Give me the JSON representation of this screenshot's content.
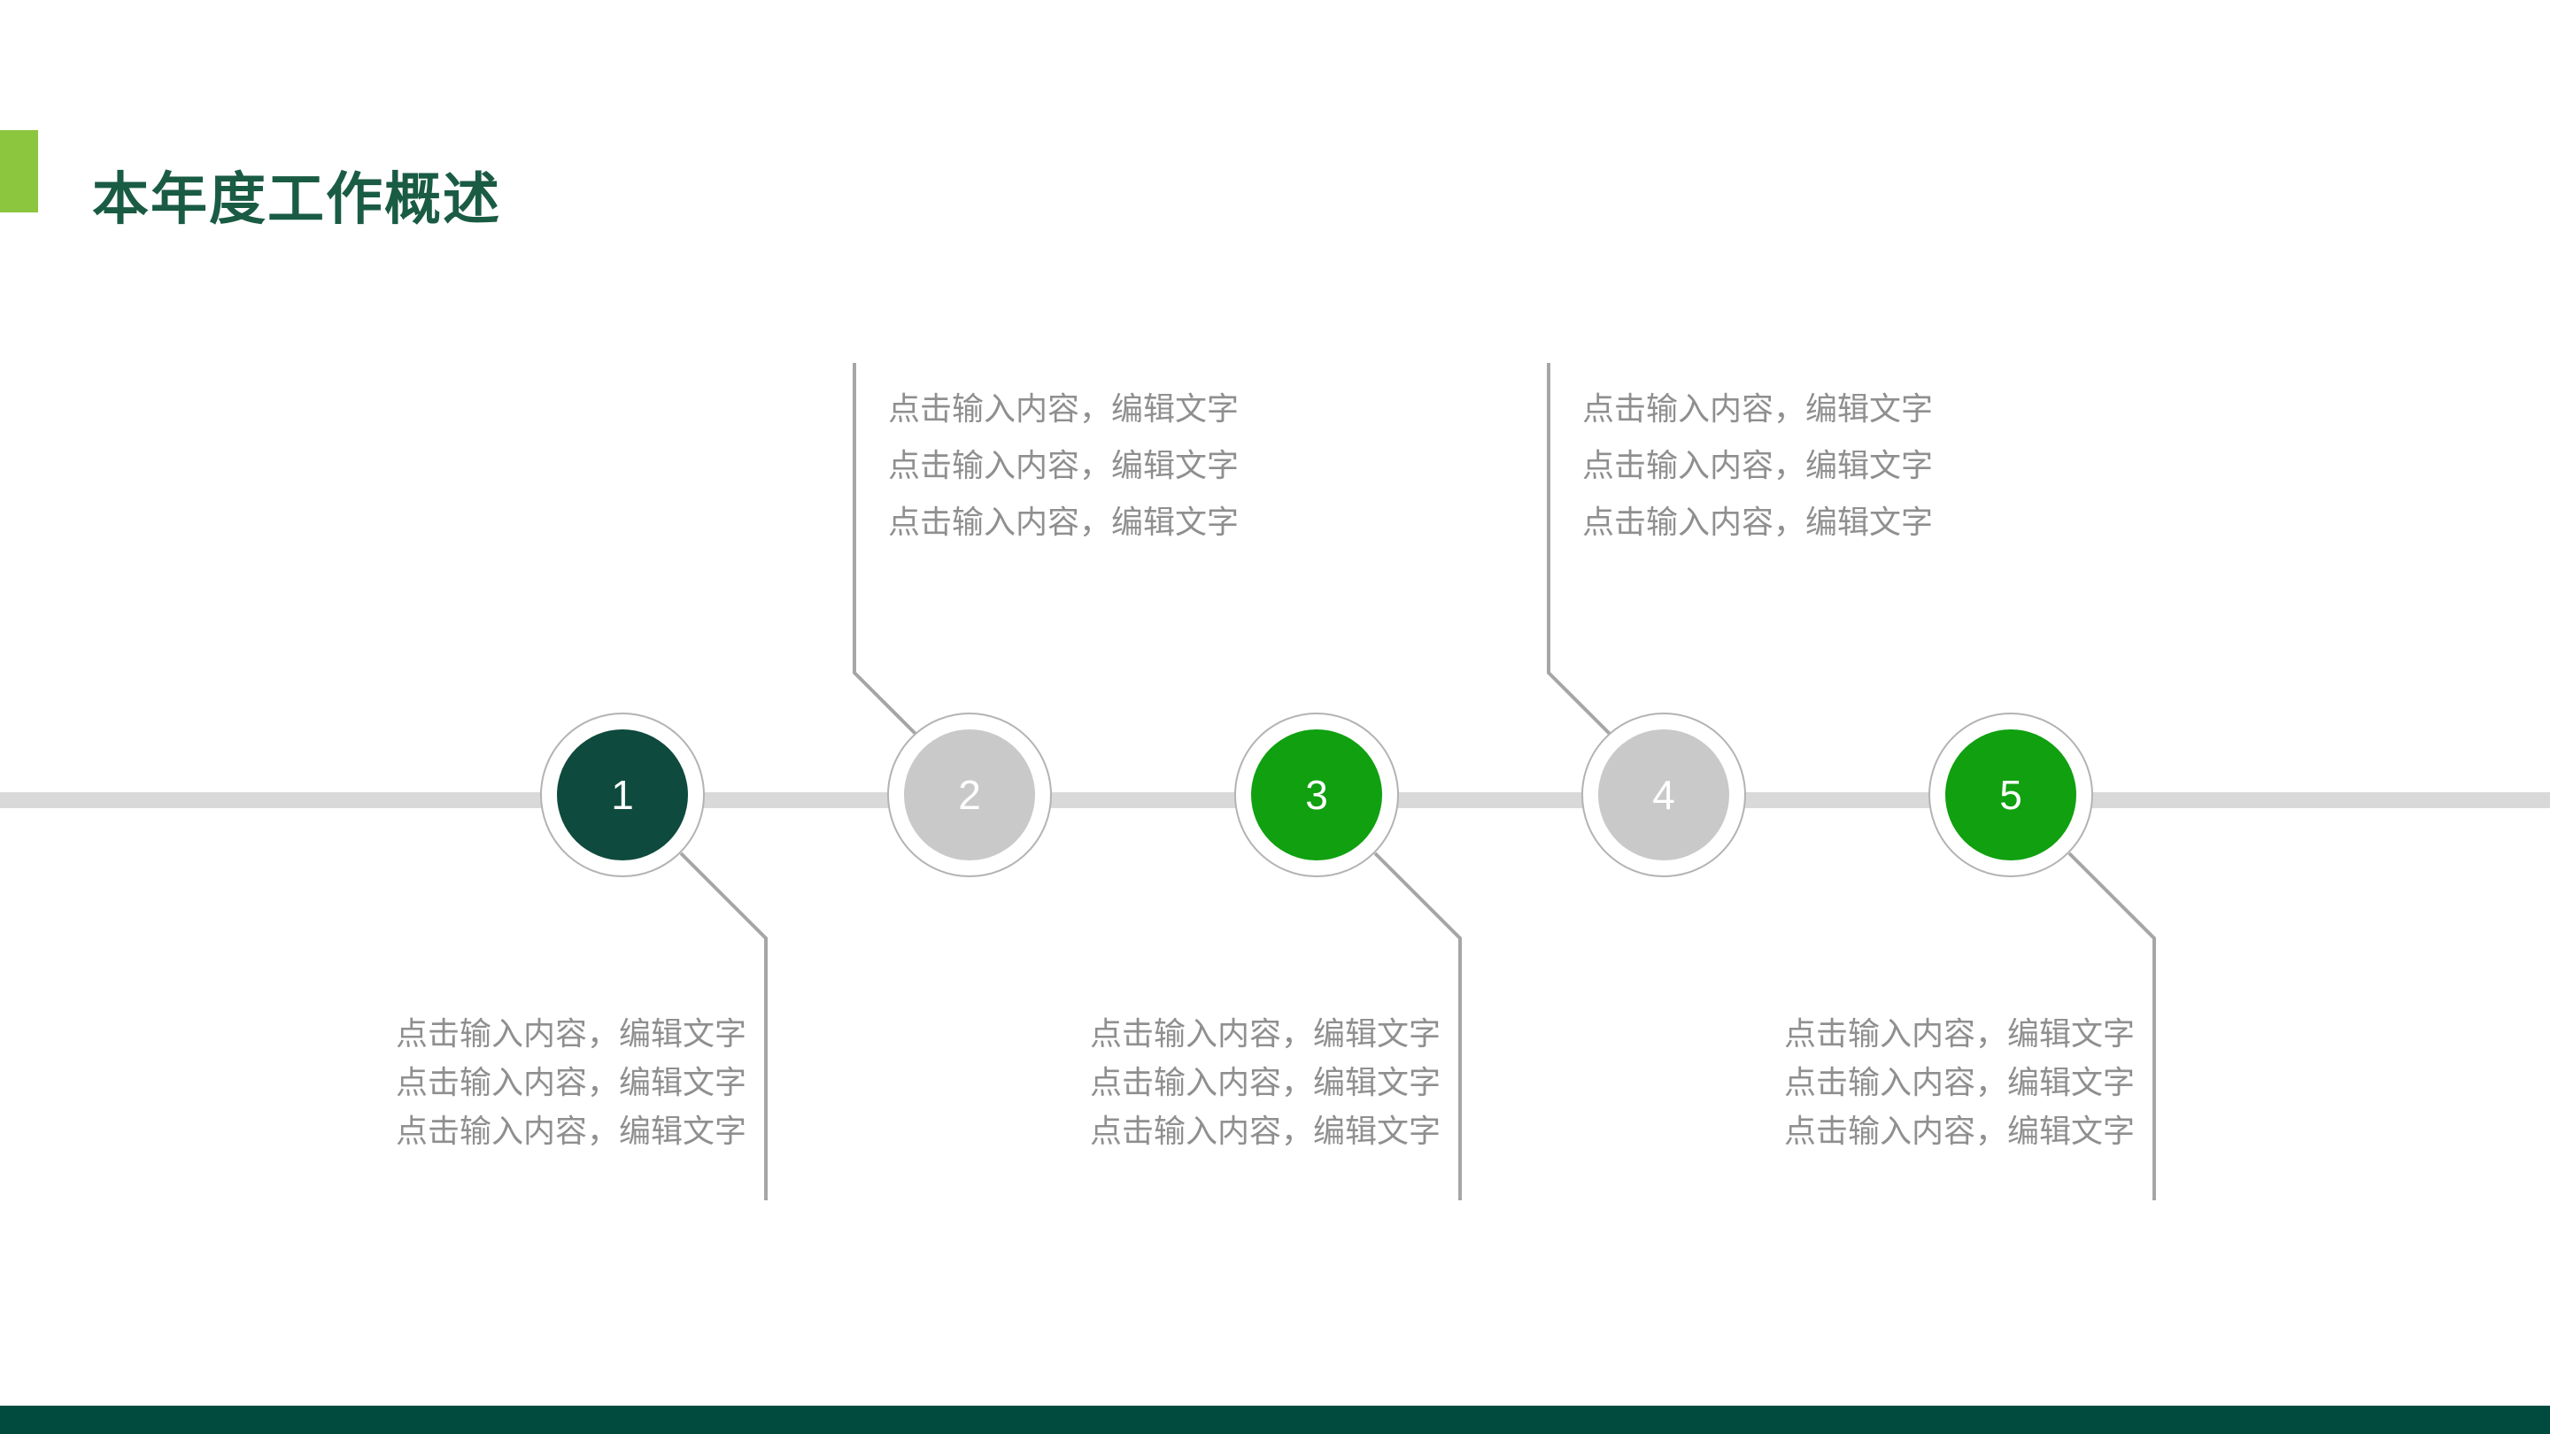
{
  "slide": {
    "title": "本年度工作概述",
    "colors": {
      "accent_bar": "#8CC63F",
      "title_text": "#1A5B44",
      "timeline_bar": "#D9D9D9",
      "connector_line": "#A6A6A6",
      "circle_ring_border": "#B3B3B3",
      "circle_dark": "#0E4A3D",
      "circle_inactive": "#C9C9C9",
      "circle_active": "#10A010",
      "placeholder_text": "#8F8F8F",
      "footer_bar": "#004B3D"
    }
  },
  "timeline": {
    "steps": [
      {
        "number": "1",
        "state": "dark"
      },
      {
        "number": "2",
        "state": "inactive"
      },
      {
        "number": "3",
        "state": "active"
      },
      {
        "number": "4",
        "state": "inactive"
      },
      {
        "number": "5",
        "state": "active"
      }
    ]
  },
  "placeholder": {
    "line1": "点击输入内容，编辑文字",
    "line2": "点击输入内容，编辑文字",
    "line3": "点击输入内容，编辑文字"
  }
}
